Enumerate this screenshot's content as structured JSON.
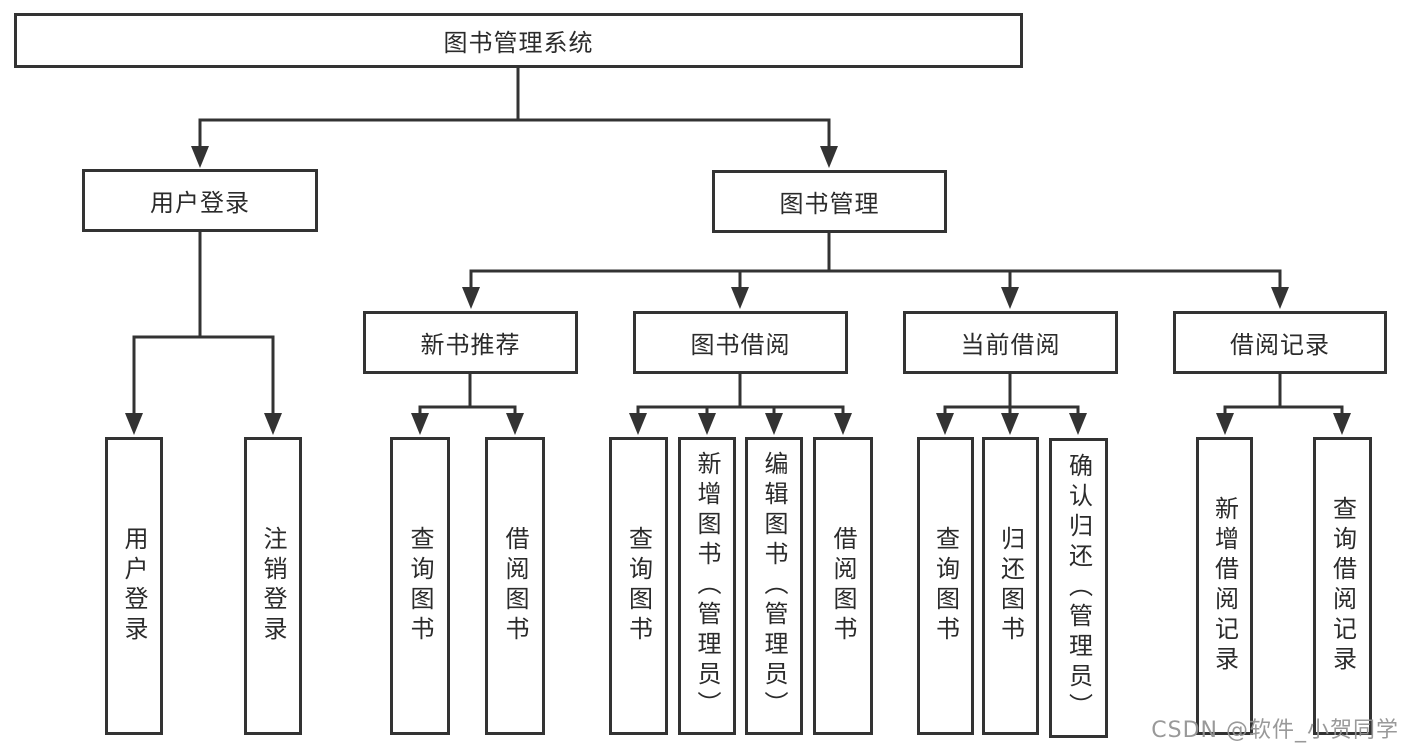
{
  "diagram": {
    "title": "图书管理系统",
    "branches": [
      {
        "label": "用户登录",
        "children": [
          {
            "label": "用户登录"
          },
          {
            "label": "注销登录"
          }
        ]
      },
      {
        "label": "图书管理",
        "sections": [
          {
            "label": "新书推荐",
            "children": [
              {
                "label": "查询图书"
              },
              {
                "label": "借阅图书"
              }
            ]
          },
          {
            "label": "图书借阅",
            "children": [
              {
                "label": "查询图书"
              },
              {
                "label": "新增图书（管理员）"
              },
              {
                "label": "编辑图书（管理员）"
              },
              {
                "label": "借阅图书"
              }
            ]
          },
          {
            "label": "当前借阅",
            "children": [
              {
                "label": "查询图书"
              },
              {
                "label": "归还图书"
              },
              {
                "label": "确认归还（管理员）"
              }
            ]
          },
          {
            "label": "借阅记录",
            "children": [
              {
                "label": "新增借阅记录"
              },
              {
                "label": "查询借阅记录"
              }
            ]
          }
        ]
      }
    ]
  },
  "watermark": {
    "text": "CSDN @软件_小贺同学"
  },
  "colors": {
    "line": "#333333",
    "text": "#2b2b2b",
    "background": "#ffffff",
    "watermark": "#949494"
  }
}
